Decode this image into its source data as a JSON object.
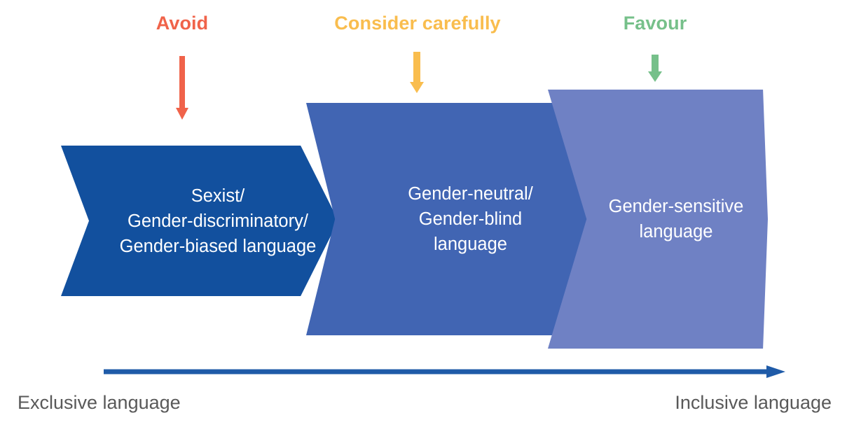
{
  "diagram": {
    "type": "gender-language-spectrum",
    "categories": [
      {
        "id": "avoid",
        "label": "Avoid",
        "color": "#f0634a",
        "arrow_icon": "down-arrow-icon"
      },
      {
        "id": "consider",
        "label": "Consider carefully",
        "color": "#f9bd4e",
        "arrow_icon": "down-arrow-icon"
      },
      {
        "id": "favour",
        "label": "Favour",
        "color": "#76c08a",
        "arrow_icon": "down-arrow-icon"
      }
    ],
    "stages": [
      {
        "id": "stage-1",
        "color": "#12509e",
        "lines": [
          "Sexist/",
          "Gender-discriminatory/",
          "Gender-biased language"
        ]
      },
      {
        "id": "stage-2",
        "color": "#4165b3",
        "lines": [
          "Gender-neutral/",
          "Gender-blind",
          "language"
        ]
      },
      {
        "id": "stage-3",
        "color": "#6f81c4",
        "lines": [
          "Gender-sensitive",
          "language"
        ]
      }
    ],
    "axis": {
      "icon": "right-arrow-icon",
      "color": "#1f5ba8",
      "start_label": "Exclusive language",
      "end_label": "Inclusive language",
      "label_color": "#595959"
    }
  }
}
